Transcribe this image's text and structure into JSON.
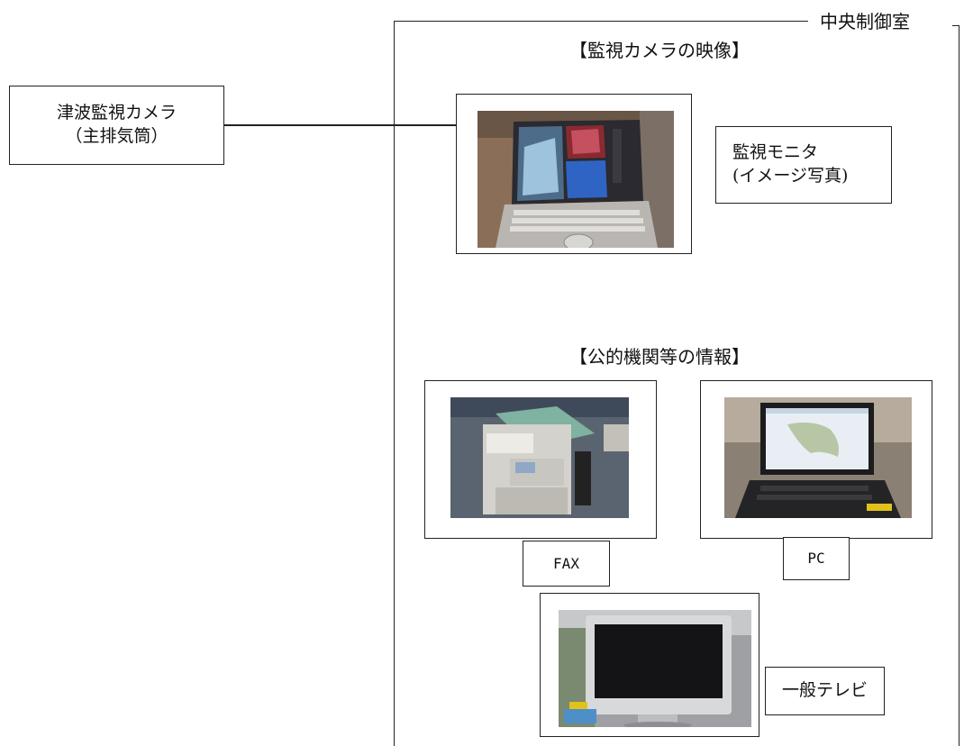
{
  "camera": {
    "line1": "津波監視カメラ",
    "line2": "（主排気筒）"
  },
  "control_room": {
    "title": "中央制御室"
  },
  "monitor_section": {
    "heading": "【監視カメラの映像】"
  },
  "monitor_label": {
    "line1": "監視モニタ",
    "line2": "(イメージ写真)"
  },
  "public_section": {
    "heading": "【公的機関等の情報】"
  },
  "devices": {
    "fax": "FAX",
    "pc": "PC",
    "tv": "一般テレビ"
  }
}
